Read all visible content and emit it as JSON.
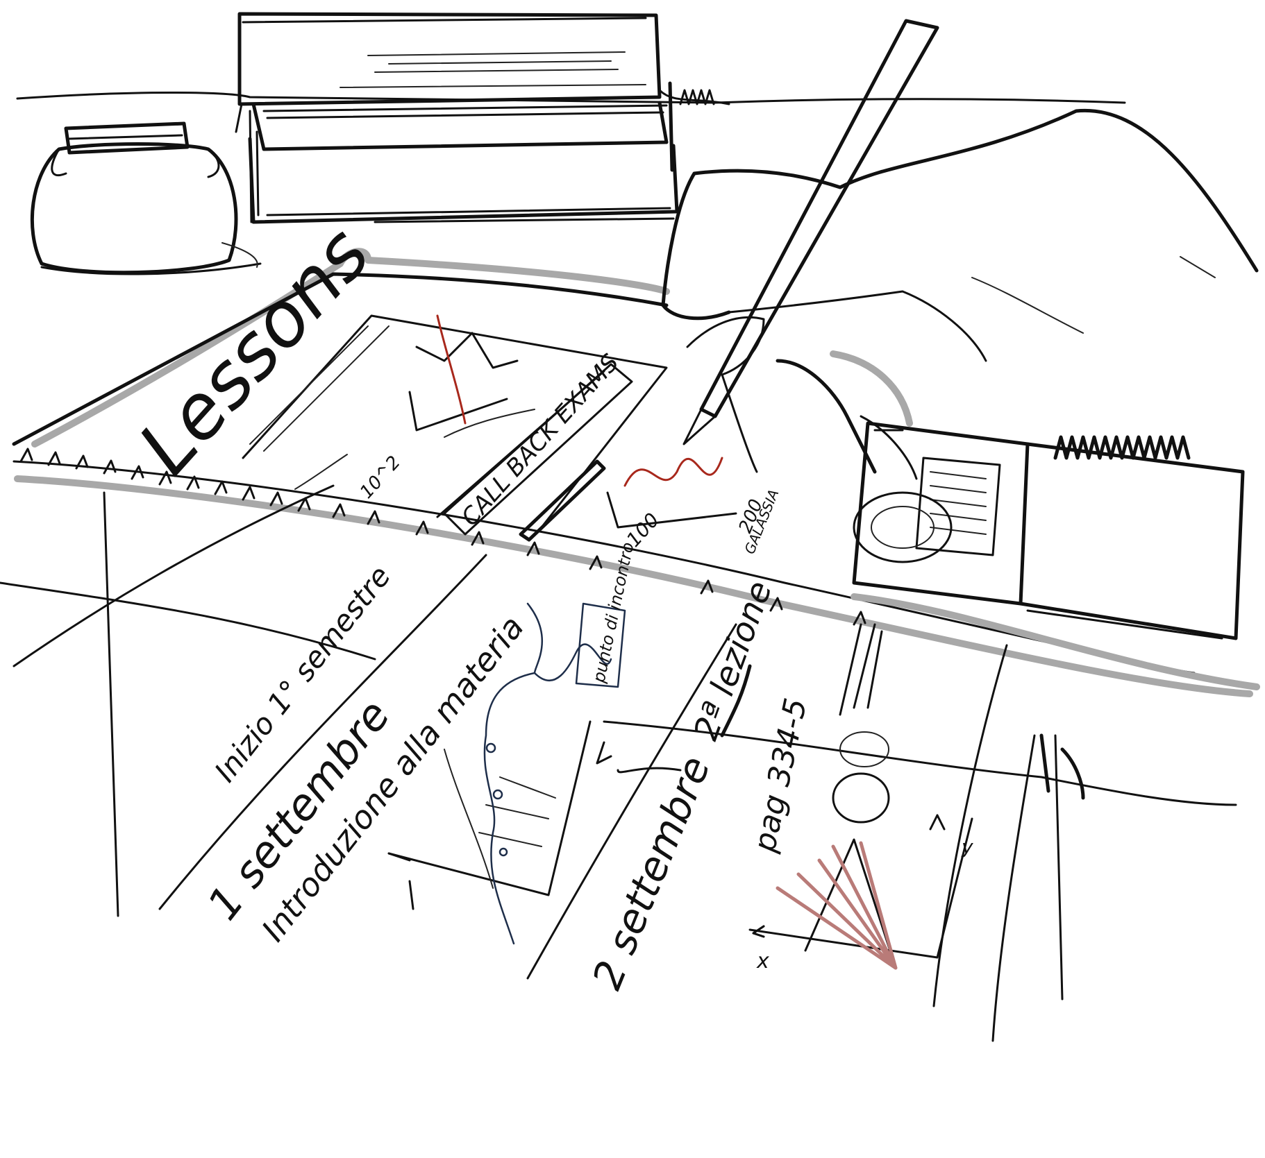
{
  "scene": {
    "colors": {
      "ink": "#111111",
      "shadow": "#a8a8a8",
      "accent_red": "#a8281c",
      "navy": "#1e2e4a",
      "paper": "#ffffff"
    },
    "notebook_title": "Lessons",
    "call_back_label": "CALL BACK EXAMS",
    "axis_label_100": "100",
    "small_note_1": "10^2",
    "small_note_2": "200",
    "small_note_3": "GALASSIA",
    "note_start": "Inizio 1° semestre",
    "note_date_1": "1 settembre",
    "note_intro": "Introduzione alla materia",
    "note_box": "punto di incontro",
    "note_lesson_2": "2ª lezione",
    "note_date_2": "2 settembre",
    "note_page": "pag 334-5",
    "axis_x": "x",
    "axis_y": "y"
  }
}
